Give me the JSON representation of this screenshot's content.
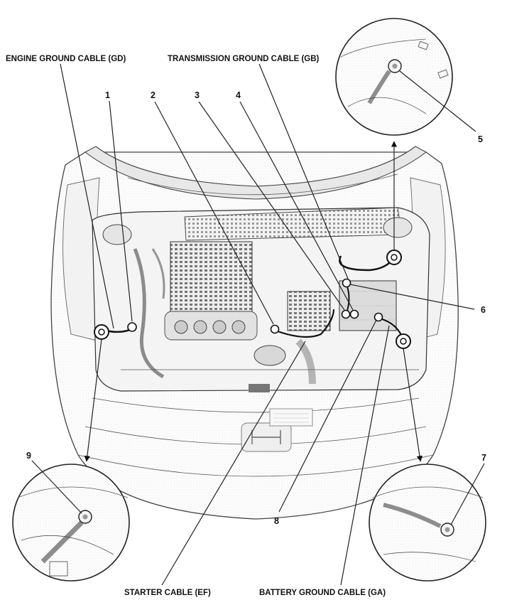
{
  "labels": {
    "engine_ground": "ENGINE GROUND CABLE (GD)",
    "transmission_ground": "TRANSMISSION GROUND CABLE (GB)",
    "starter": "STARTER CABLE (EF)",
    "battery_ground": "BATTERY GROUND CABLE (GA)"
  },
  "callouts": [
    "1",
    "2",
    "3",
    "4",
    "5",
    "6",
    "7",
    "8",
    "9"
  ]
}
